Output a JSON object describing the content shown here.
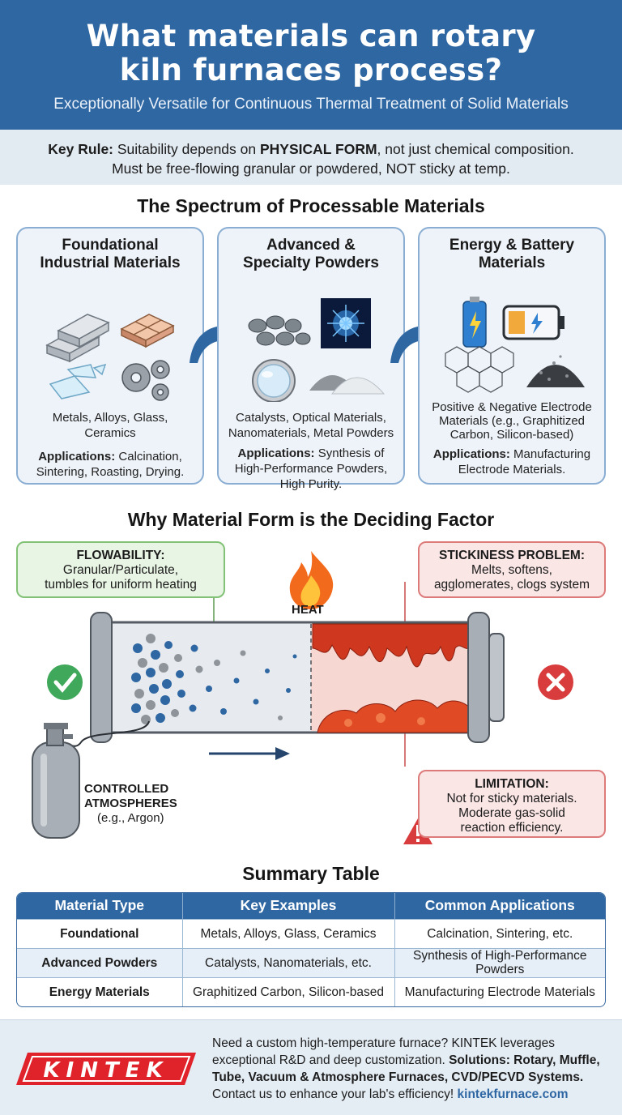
{
  "header": {
    "title_line1": "What materials can rotary",
    "title_line2": "kiln furnaces process?",
    "subtitle": "Exceptionally Versatile for Continuous Thermal Treatment of Solid Materials"
  },
  "key_rule": {
    "label": "Key Rule:",
    "text1": " Suitability depends on ",
    "emph": "PHYSICAL FORM",
    "text2": ", not just chemical composition.",
    "line2": "Must be free-flowing granular or powdered, NOT sticky at temp."
  },
  "spectrum": {
    "heading": "The Spectrum of Processable Materials",
    "cards": [
      {
        "title_l1": "Foundational",
        "title_l2": "Industrial Materials",
        "materials": "Metals, Alloys, Glass, Ceramics",
        "apps_label": "Applications:",
        "apps_text": " Calcination, Sintering, Roasting, Drying."
      },
      {
        "title_l1": "Advanced &",
        "title_l2": "Specialty Powders",
        "materials": "Catalysts, Optical Materials, Nanomaterials, Metal Powders",
        "apps_label": "Applications:",
        "apps_text": " Synthesis of High-Performance Powders, High Purity."
      },
      {
        "title_l1": "Energy & Battery",
        "title_l2": "Materials",
        "materials": "Positive & Negative Electrode Materials (e.g., Graphitized Carbon, Silicon-based)",
        "apps_label": "Applications:",
        "apps_text": " Manufacturing Electrode Materials."
      }
    ]
  },
  "form": {
    "heading": "Why Material Form is the Deciding Factor",
    "flowability_title": "FLOWABILITY:",
    "flowability_l1": "Granular/Particulate,",
    "flowability_l2": "tumbles for uniform heating",
    "heat_label": "HEAT",
    "stickiness_title": "STICKINESS PROBLEM:",
    "stickiness_l1": "Melts, softens,",
    "stickiness_l2": "agglomerates, clogs system",
    "limitation_title": "LIMITATION:",
    "limitation_l1": "Not for sticky materials.",
    "limitation_l2": "Moderate gas-solid",
    "limitation_l3": "reaction efficiency.",
    "atmo_l1": "CONTROLLED",
    "atmo_l2": "ATMOSPHERES",
    "atmo_l3": "(e.g., Argon)"
  },
  "summary": {
    "heading": "Summary Table",
    "headers": [
      "Material Type",
      "Key Examples",
      "Common Applications"
    ],
    "rows": [
      [
        "Foundational",
        "Metals, Alloys, Glass, Ceramics",
        "Calcination, Sintering, etc."
      ],
      [
        "Advanced Powders",
        "Catalysts, Nanomaterials, etc.",
        "Synthesis of High-Performance Powders"
      ],
      [
        "Energy Materials",
        "Graphitized Carbon, Silicon-based",
        "Manufacturing Electrode Materials"
      ]
    ]
  },
  "footer": {
    "logo_text": "KINTEK",
    "line1": "Need a custom high-temperature furnace? KINTEK leverages exceptional R&D and deep customization. ",
    "solutions": "Solutions: Rotary, Muffle, Tube, Vacuum & Atmosphere Furnaces, CVD/PECVD Systems.",
    "line3": " Contact us to enhance your lab's efficiency! ",
    "url": "kintekfurnace.com"
  },
  "colors": {
    "brand_blue": "#2f67a3",
    "good_green": "#3fa85a",
    "bad_red": "#d93c3c"
  }
}
